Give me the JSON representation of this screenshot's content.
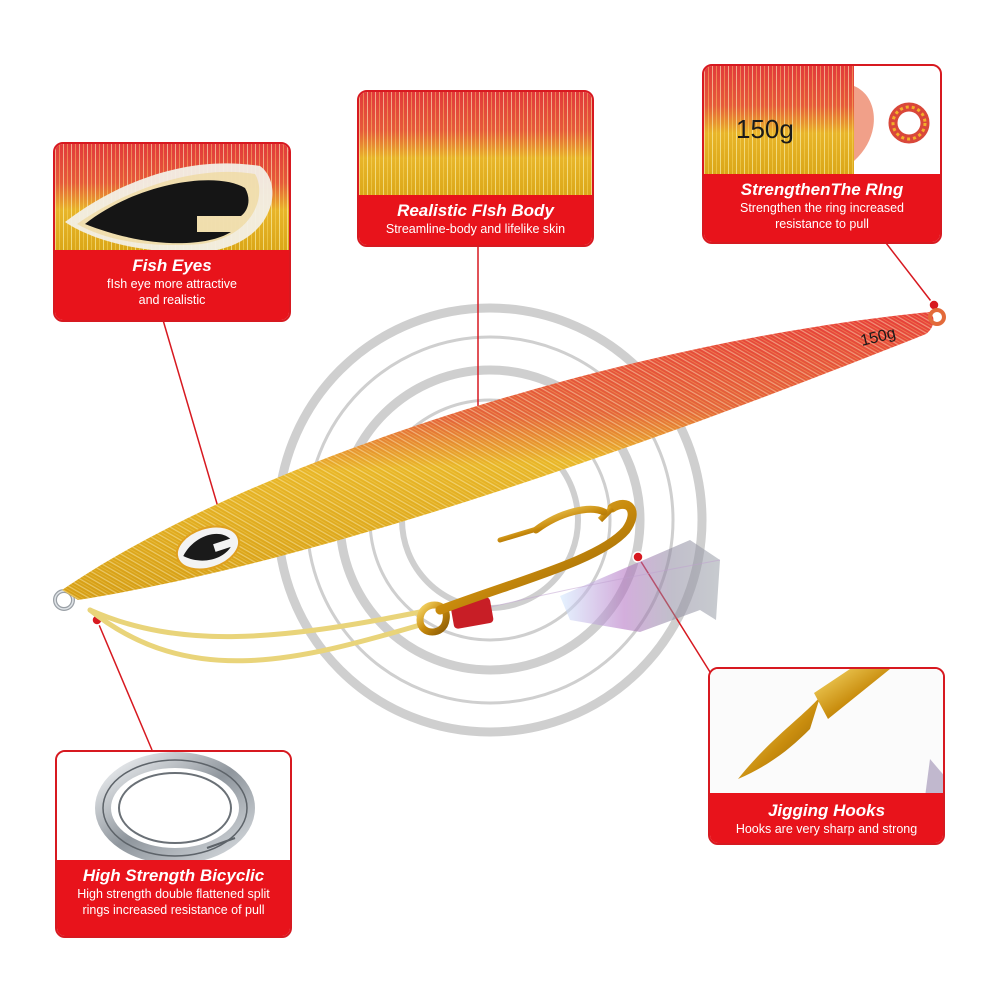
{
  "callouts": {
    "fish_eyes": {
      "title": "Fish Eyes",
      "desc_line1": "fIsh eye more attractive",
      "desc_line2": "and realistic"
    },
    "fish_body": {
      "title": "Realistic FIsh Body",
      "desc_line1": "Streamline-body and lifelike skin"
    },
    "ring": {
      "title": "StrengthenThe RIng",
      "desc_line1": "Strengthen the ring increased",
      "desc_line2": "resistance to pull",
      "weight_label": "150g"
    },
    "hooks": {
      "title": "Jigging Hooks",
      "desc_line1": "Hooks are very sharp and strong"
    },
    "split_ring": {
      "title": "High Strength Bicyclic",
      "desc_line1": "High strength double flattened split",
      "desc_line2": "rings increased resistance of pull"
    }
  },
  "lure": {
    "weight_label": "150g"
  },
  "colors": {
    "accent_red": "#e8131b",
    "border_red": "#d71920",
    "lure_red": "#e0323a",
    "lure_gold": "#e3b021",
    "hook_gold": "#d49a12"
  },
  "icons": [
    "fish-eye-icon",
    "split-ring-icon",
    "jig-hook-icon",
    "target-circles-icon"
  ]
}
